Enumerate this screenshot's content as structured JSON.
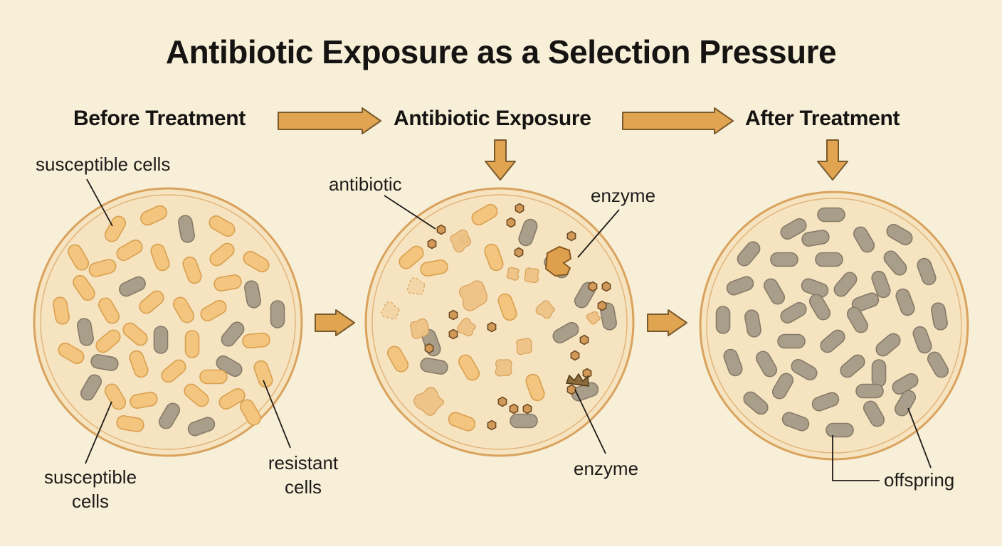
{
  "title": "Antibiotic Exposure as a Selection Pressure",
  "stages": [
    {
      "label": "Before Treatment"
    },
    {
      "label": "Antibiotic Exposure"
    },
    {
      "label": "After Treatment"
    }
  ],
  "labels": {
    "susceptible_top": "susceptible cells",
    "susceptible_bottom_1": "susceptible",
    "susceptible_bottom_2": "cells",
    "resistant_1": "resistant",
    "resistant_2": "cells",
    "antibiotic": "antibiotic",
    "enzyme_top": "enzyme",
    "enzyme_bottom": "enzyme",
    "offspring": "offspring"
  },
  "colors": {
    "background": "#f8efd8",
    "dish_fill": "#f6e3c0",
    "dish_rim": "#d9a35e",
    "susceptible_cell": "#f3c57e",
    "resistant_cell": "#a89e89",
    "arrow_fill": "#e1a551",
    "arrow_stroke": "#7a5a2c"
  }
}
